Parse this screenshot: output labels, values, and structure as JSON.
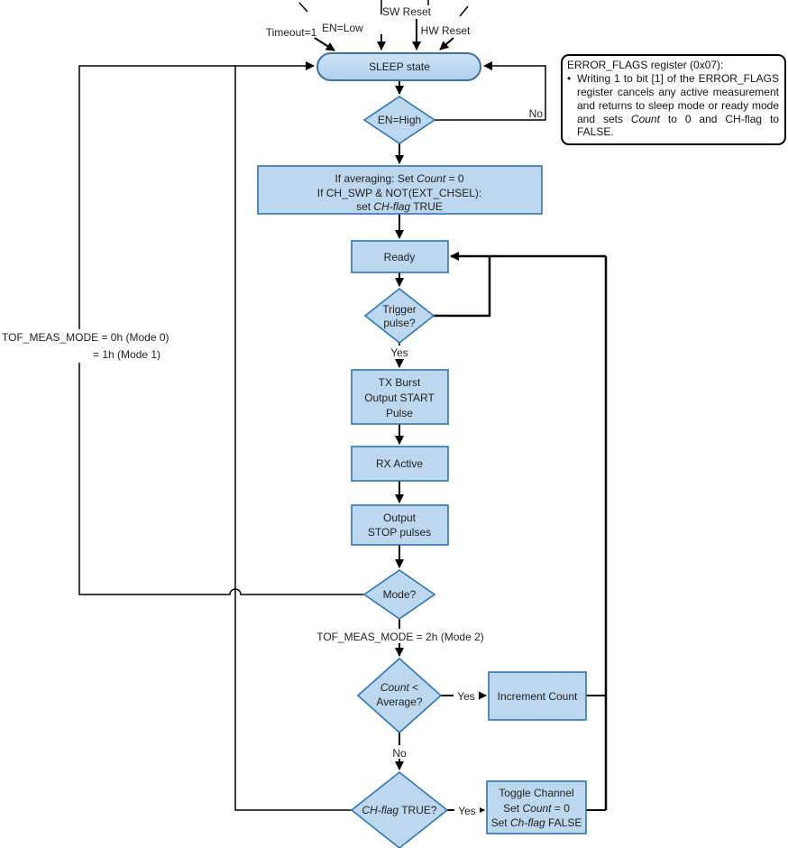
{
  "colors": {
    "node_fill": "#BDD7EE",
    "node_border": "#2E75B6",
    "stadium_border": "#41719C",
    "line": "#000000"
  },
  "triggers": {
    "timeout": "Timeout=1",
    "en_low": "EN=Low",
    "sw_reset": "SW Reset",
    "hw_reset": "HW Reset"
  },
  "nodes": {
    "sleep": {
      "label": "SLEEP state"
    },
    "en_high": {
      "label": "EN=High"
    },
    "init": {
      "l1_pre": "If averaging: Set ",
      "l1_it": "Count",
      "l1_post": " = 0",
      "l2": "If CH_SWP & NOT(EXT_CHSEL):",
      "l3_pre": "set ",
      "l3_it": "CH-flag",
      "l3_post": " TRUE"
    },
    "ready": {
      "label": "Ready"
    },
    "trigger_pulse": {
      "l1": "Trigger",
      "l2": "pulse?"
    },
    "tx_burst": {
      "l1": "TX Burst",
      "l2": "Output START",
      "l3": "Pulse"
    },
    "rx_active": {
      "label": "RX Active"
    },
    "output_stop": {
      "l1": "Output",
      "l2": "STOP pulses"
    },
    "mode": {
      "label": "Mode?"
    },
    "count_average": {
      "l1_it": "Count",
      "l1_post": " <",
      "l2": "Average?"
    },
    "increment_count": {
      "label": "Increment Count"
    },
    "ch_flag": {
      "it": "CH-flag",
      "post": " TRUE?"
    },
    "toggle_channel": {
      "l1": "Toggle Channel",
      "l2_pre": "Set ",
      "l2_it": "Count",
      "l2_post": " = 0",
      "l3_pre": "Set ",
      "l3_it": "Ch-flag",
      "l3_post": " FALSE"
    }
  },
  "edge_labels": {
    "no_to_sleep": "No",
    "yes_trigger": "Yes",
    "mode_01_l1": "TOF_MEAS_MODE = 0h (Mode 0)",
    "mode_01_l2": "= 1h (Mode 1)",
    "mode_2": "TOF_MEAS_MODE = 2h (Mode 2)",
    "yes_count": "Yes",
    "no_count": "No",
    "yes_ch_flag": "Yes"
  },
  "note": {
    "title": "ERROR_FLAGS register (0x07):",
    "bullet": "•",
    "body_pre": "Writing 1 to bit [1] of the ERROR_FLAGS register cancels any active measurement and returns to sleep mode or ready mode and sets ",
    "body_it": "Count",
    "body_post": " to 0 and CH-flag to FALSE."
  }
}
